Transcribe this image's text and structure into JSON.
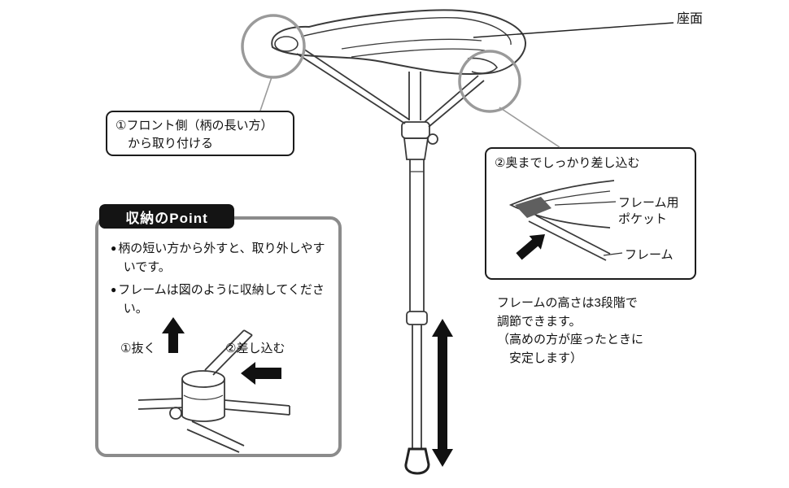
{
  "labels": {
    "seat": "座面",
    "step1_line1": "①フロント側（柄の長い方）",
    "step1_line2": "から取り付ける",
    "step2_title": "②奥までしっかり差し込む",
    "frame_pocket_line1": "フレーム用",
    "frame_pocket_line2": "ポケット",
    "frame": "フレーム",
    "height_note_line1": "フレームの高さは3段階で",
    "height_note_line2": "調節できます。",
    "height_note_line3": "（高めの方が座ったときに",
    "height_note_line4": "安定します）"
  },
  "storage": {
    "title": "収納のPoint",
    "bullet_marker": "●",
    "bullet1": "柄の短い方から外すと、取り外しやすいです。",
    "bullet2": "フレームは図のように収納してください。",
    "step_pull": "①抜く",
    "step_insert": "②差し込む"
  },
  "colors": {
    "line_art": "#3a3a3a",
    "magnifier_gray": "#9a9a9a",
    "storage_border_gray": "#8b8b8b",
    "arrow_black": "#111111",
    "pocket_fill": "#5f5f5f",
    "text": "#111111",
    "background": "#ffffff"
  }
}
